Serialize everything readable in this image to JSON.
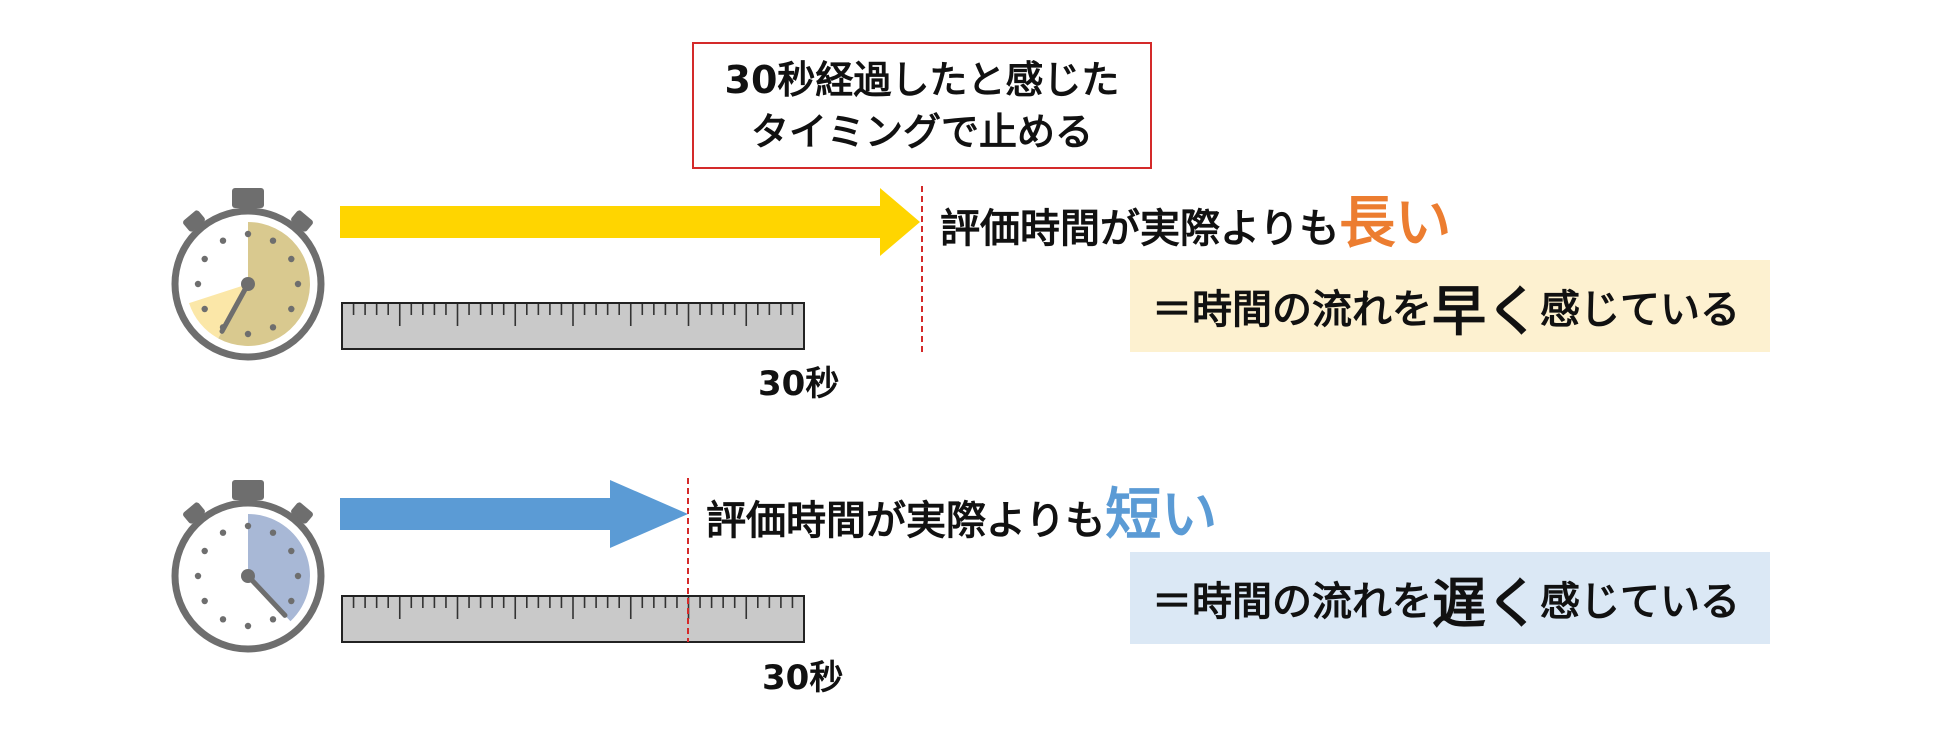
{
  "instruction": {
    "line1": "30秒経過したと感じた",
    "line2": "タイミングで止める"
  },
  "case_long": {
    "statement_prefix": "評価時間が実際よりも",
    "statement_emphasis": "長い",
    "conclusion_prefix": "＝時間の流れを",
    "conclusion_emphasis": "早く",
    "conclusion_suffix": "感じている",
    "ruler_label": "30秒",
    "arrow_color": "#ffd500",
    "stopwatch_fill": "#d9c98f",
    "stopwatch_fill_fraction": 0.58,
    "emphasis_color": "#ec7d30",
    "box_color": "#fdf1d0"
  },
  "case_short": {
    "statement_prefix": "評価時間が実際よりも",
    "statement_emphasis": "短い",
    "conclusion_prefix": "＝時間の流れを",
    "conclusion_emphasis": "遅く",
    "conclusion_suffix": "感じている",
    "ruler_label": "30秒",
    "arrow_color": "#5b9bd5",
    "stopwatch_fill": "#a8b8d6",
    "stopwatch_fill_fraction": 0.38,
    "emphasis_color": "#5b9bd5",
    "box_color": "#dbe8f5"
  },
  "colors": {
    "marker_line": "#d42a2a",
    "stopwatch_body": "#6e6e6e",
    "ruler_fill": "#c9c9c9"
  }
}
